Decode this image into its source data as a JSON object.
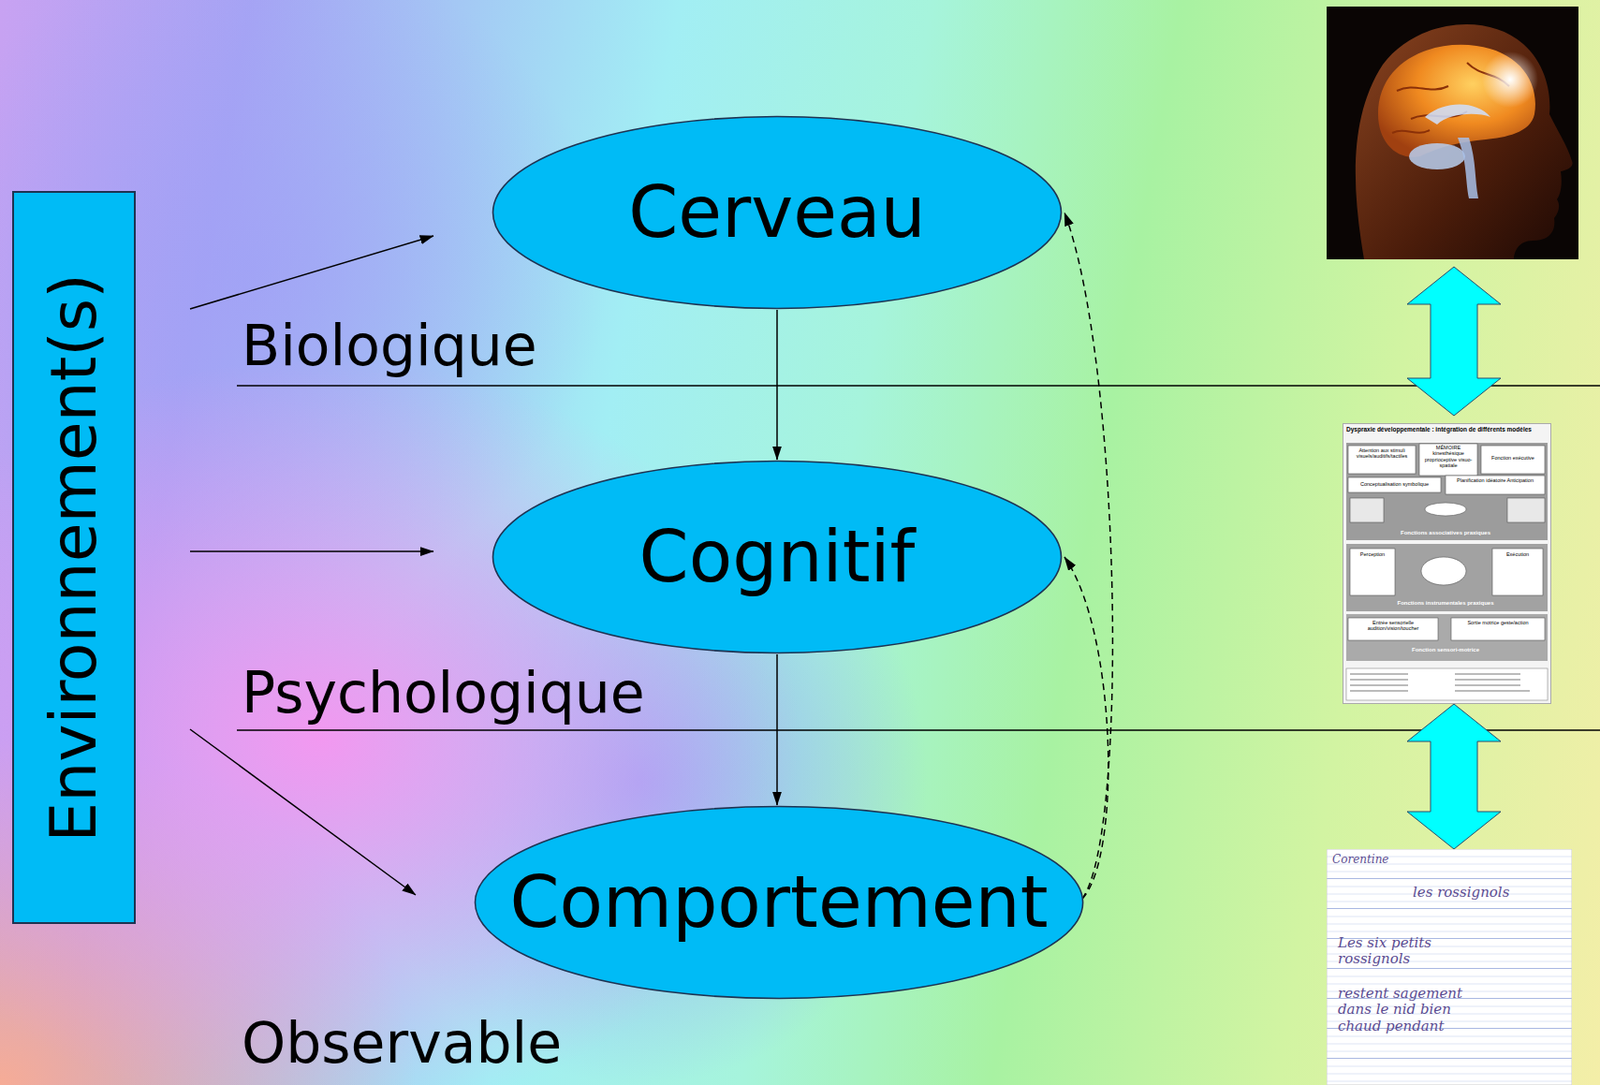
{
  "diagram": {
    "nodes": [
      {
        "text": [
          "Environnement(s)"
        ]
      },
      {
        "text": [
          "Cerveau"
        ]
      },
      {
        "text": [
          "Cognitif"
        ]
      },
      {
        "text": [
          "Comportement"
        ]
      }
    ],
    "edges": [
      {
        "from": 0,
        "to": 1,
        "arrow": "to"
      },
      {
        "from": 0,
        "to": 2,
        "arrow": "to"
      },
      {
        "from": 0,
        "to": 3,
        "arrow": "to"
      },
      {
        "from": 1,
        "to": 2,
        "arrow": "to"
      },
      {
        "from": 2,
        "to": 3,
        "arrow": "to"
      },
      {
        "from": 3,
        "to": 1,
        "arrow": "to"
      },
      {
        "from": 3,
        "to": 2,
        "arrow": "to"
      }
    ],
    "labels": [
      "Biologique",
      "Psychologique",
      "Observable",
      "Dyspraxie développementale : intégration de différents modèles",
      "Attention aux stimuli visuels/auditifs/tactiles",
      "MÉMOIRE kinesthésique proprioceptive visuo-spatiale",
      "Fonction exécutive",
      "Conceptualisation symbolique",
      "Planification idéatoire Anticipation",
      "Fonctions associatives praxiques",
      "Perception",
      "Exécution",
      "Fonctions instrumentales praxiques",
      "Entrée sensorielle audition/vision/toucher",
      "Sortie motrice geste/action",
      "Fonction sensori-motrice",
      "Corentine",
      "les rossignols",
      "Les six petits rossignols",
      "restent sagement dans le nid bien chaud pendant"
    ]
  }
}
